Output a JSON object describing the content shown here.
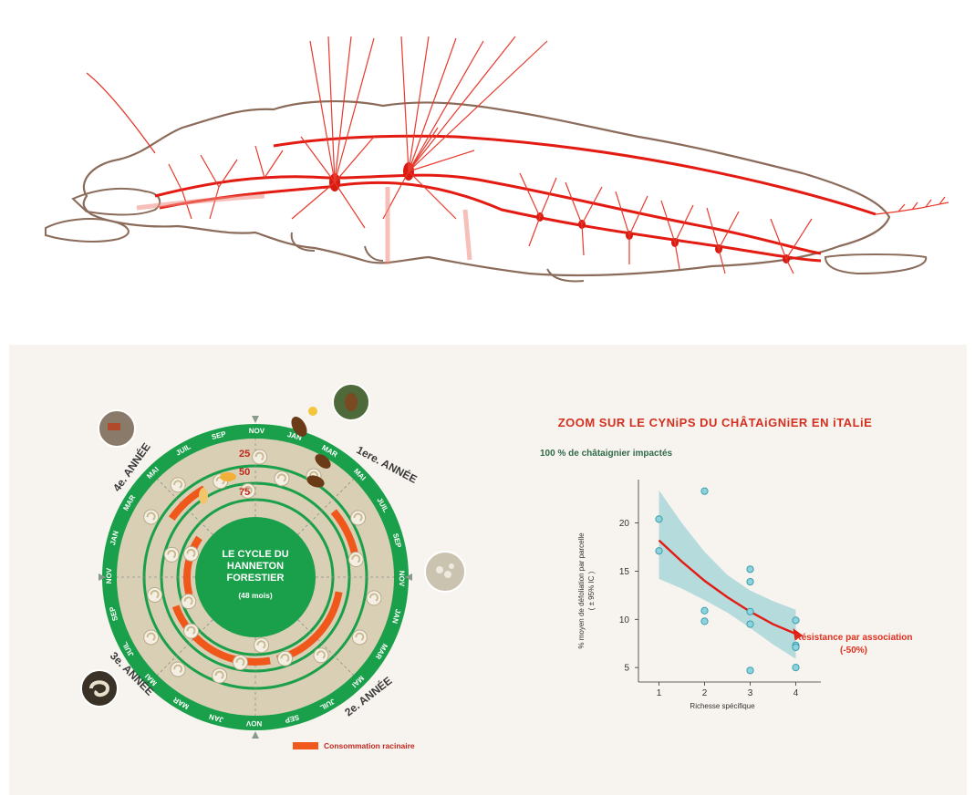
{
  "cycle": {
    "center_title": [
      "LE CYCLE DU",
      "HANNETON",
      "FORESTIER"
    ],
    "center_sub": "(48 mois)",
    "depths": [
      "25",
      "50",
      "75"
    ],
    "months": [
      "JAN",
      "MAR",
      "MAI",
      "JUIL",
      "SEP",
      "NOV",
      "JAN",
      "MAR",
      "MAI",
      "JUIL",
      "SEP",
      "NOV",
      "JAN",
      "MAR",
      "MAI",
      "JUIL",
      "SEP",
      "NOV",
      "JAN",
      "MAR",
      "MAI",
      "JUIL",
      "SEP",
      "NOV"
    ],
    "years": [
      "1ere. ANNÉE",
      "2e. ANNÉE",
      "3e. ANNÉE",
      "4e. ANNÉE"
    ],
    "legend": "Consommation racinaire",
    "colors": {
      "ring": "#1aa04a",
      "beige": "#d9cfb5",
      "orange": "#f0571a",
      "center": "#1aa04a"
    }
  },
  "chart_data": {
    "type": "scatter",
    "title": "ZOOM SUR LE CYNiPS DU CHÂTAiGNiER EN iTALiE",
    "subtitle": "100 % de châtaignier impactés",
    "xlabel": "Richesse spécifique",
    "ylabel": "% moyen de défoliation par parcelle",
    "ylabel2": "( ± 95% IC )",
    "x_ticks": [
      "1",
      "2",
      "3",
      "4"
    ],
    "y_ticks": [
      "5",
      "10",
      "15",
      "20"
    ],
    "xlim": [
      0.55,
      4.55
    ],
    "ylim": [
      3.5,
      24.5
    ],
    "points": [
      {
        "x": 1,
        "y": 20.4
      },
      {
        "x": 1,
        "y": 17.1
      },
      {
        "x": 2,
        "y": 23.3
      },
      {
        "x": 2,
        "y": 10.9
      },
      {
        "x": 2,
        "y": 9.8
      },
      {
        "x": 3,
        "y": 15.2
      },
      {
        "x": 3,
        "y": 13.9
      },
      {
        "x": 3,
        "y": 10.8
      },
      {
        "x": 3,
        "y": 9.5
      },
      {
        "x": 3,
        "y": 4.7
      },
      {
        "x": 4,
        "y": 9.9
      },
      {
        "x": 4,
        "y": 7.3
      },
      {
        "x": 4,
        "y": 7.1
      },
      {
        "x": 4,
        "y": 5.0
      }
    ],
    "fit": {
      "x": [
        1,
        1.5,
        2,
        2.5,
        3,
        3.5,
        4
      ],
      "y": [
        18.2,
        16.0,
        14.0,
        12.3,
        10.8,
        9.5,
        8.5
      ]
    },
    "ci_upper": [
      23.4,
      20.0,
      17.0,
      14.6,
      13.0,
      11.9,
      11.0
    ],
    "ci_lower": [
      14.2,
      13.2,
      12.0,
      10.7,
      9.1,
      7.4,
      5.9
    ],
    "annotation": [
      "Résistance par association",
      "(-50%)"
    ],
    "colors": {
      "fit": "#e31b12",
      "ci": "#a9d6d9",
      "point": "#8ed3dc",
      "point_stroke": "#3a9fb0",
      "title": "#d4301f"
    }
  }
}
